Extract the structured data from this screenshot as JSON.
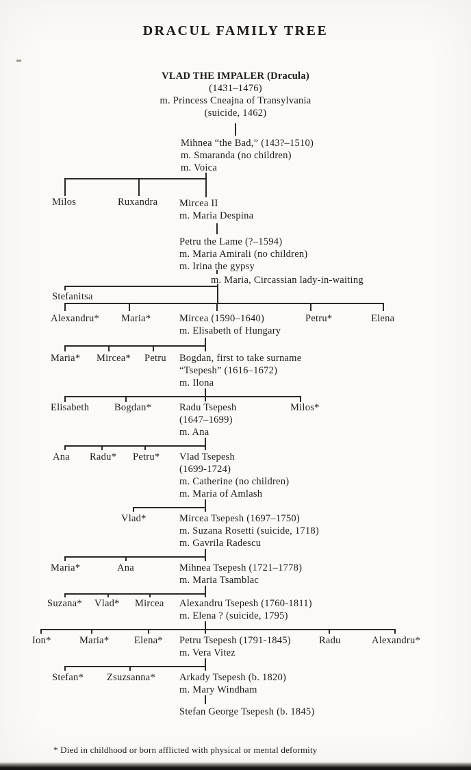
{
  "page": {
    "title": "DRACUL FAMILY TREE",
    "footnote": "* Died in childhood or born afflicted with physical or mental deformity"
  },
  "nodes": {
    "root_name": "VLAD THE IMPALER (Dracula)",
    "root_details": "(1431–1476)\nm. Princess Cneajna of Transylvania\n(suicide, 1462)",
    "mihnea": "Mihnea “the Bad,” (143?–1510)\nm. Smaranda (no children)\nm. Voica",
    "milos": "Milos",
    "ruxandra": "Ruxandra",
    "mircea_ii": "Mircea II\nm. Maria Despina",
    "petru_lame": "Petru the Lame (?–1594)\nm. Maria Amirali (no children)\nm. Irina the gypsy",
    "maria_circassian": "m. Maria, Circassian lady-in-waiting",
    "stefanitsa": "Stefanitsa",
    "alexandru_1": "Alexandru*",
    "maria_1": "Maria*",
    "mircea_1590": "Mircea (1590–1640)\nm. Elisabeth of Hungary",
    "petru_1": "Petru*",
    "elena_1": "Elena",
    "maria_2": "Maria*",
    "mircea_2": "Mircea*",
    "petru_2": "Petru",
    "bogdan": "Bogdan, first to take surname\n“Tsepesh” (1616–1672)\nm. Ilona",
    "elisabeth": "Elisabeth",
    "bogdan_2": "Bogdan*",
    "radu_tsepesh": "Radu Tsepesh\n(1647–1699)\nm. Ana",
    "milos_2": "Milos*",
    "ana_1": "Ana",
    "radu_2": "Radu*",
    "petru_3": "Petru*",
    "vlad_tsepesh": "Vlad Tsepesh\n(1699-1724)\nm. Catherine (no children)\nm. Maria of Amlash",
    "vlad_2": "Vlad*",
    "mircea_tsepesh": "Mircea Tsepesh (1697–1750)\nm. Suzana Rosetti (suicide, 1718)\nm. Gavrila Radescu",
    "maria_3": "Maria*",
    "ana_2": "Ana",
    "mihnea_tsepesh": "Mihnea Tsepesh (1721–1778)\nm. Maria Tsamblac",
    "suzana": "Suzana*",
    "vlad_3": "Vlad*",
    "mircea_3": "Mircea",
    "alexandru_tsepesh": "Alexandru Tsepesh (1760-1811)\nm. Elena ? (suicide, 1795)",
    "ion": "Ion*",
    "maria_4": "Maria*",
    "elena_2": "Elena*",
    "petru_tsepesh": "Petru Tsepesh (1791-1845)\nm. Vera Vitez",
    "radu_3": "Radu",
    "alexandru_2": "Alexandru*",
    "stefan": "Stefan*",
    "zsuzsanna": "Zsuzsanna*",
    "arkady_tsepesh": "Arkady Tsepesh (b. 1820)\nm. Mary Windham",
    "stefan_george": "Stefan George Tsepesh (b. 1845)"
  }
}
